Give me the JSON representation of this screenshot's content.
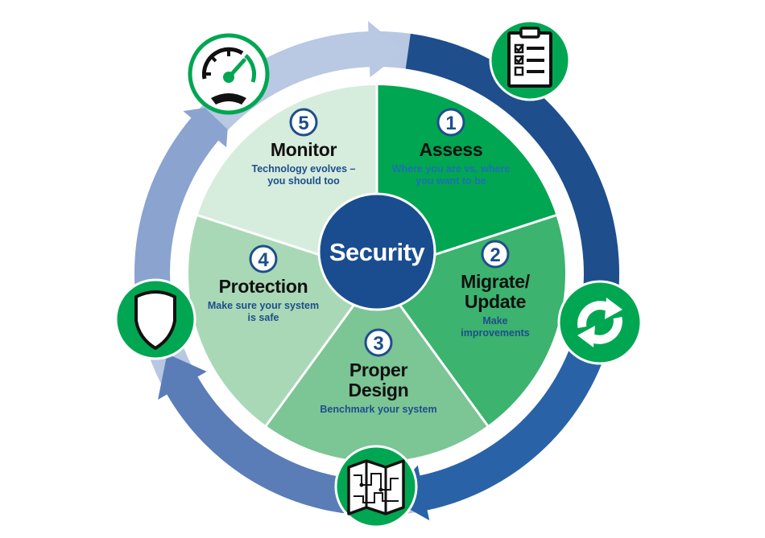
{
  "center": {
    "label": "Security"
  },
  "steps": [
    {
      "number": "1",
      "title_lines": [
        "Assess"
      ],
      "subtitle_lines": [
        "Where you are vs. where",
        "you want to be"
      ],
      "color": "#00a651",
      "subtitle_color": "#1f6fb5"
    },
    {
      "number": "2",
      "title_lines": [
        "Migrate/",
        "Update"
      ],
      "subtitle_lines": [
        "Make",
        "improvements"
      ],
      "color": "#3cb36e",
      "subtitle_color": "#1e4e8c"
    },
    {
      "number": "3",
      "title_lines": [
        "Proper",
        "Design"
      ],
      "subtitle_lines": [
        "Benchmark your system"
      ],
      "color": "#7cc595",
      "subtitle_color": "#1e4e8c"
    },
    {
      "number": "4",
      "title_lines": [
        "Protection"
      ],
      "subtitle_lines": [
        "Make sure your system",
        "is safe"
      ],
      "color": "#a9d8b6",
      "subtitle_color": "#1e4e8c"
    },
    {
      "number": "5",
      "title_lines": [
        "Monitor"
      ],
      "subtitle_lines": [
        "Technology evolves –",
        "you should too"
      ],
      "color": "#d6ecdc",
      "subtitle_color": "#1e4e8c"
    }
  ],
  "icons": [
    {
      "name": "clipboard-checklist-icon"
    },
    {
      "name": "refresh-cycle-icon"
    },
    {
      "name": "folded-map-icon"
    },
    {
      "name": "shield-icon"
    },
    {
      "name": "speedometer-gauge-icon"
    }
  ],
  "colors": {
    "icon_circle": "#00a651",
    "center_circle": "#1a4d8f",
    "ring_dark": "#1e4e8c",
    "ring_light": "#b9c8e3"
  }
}
